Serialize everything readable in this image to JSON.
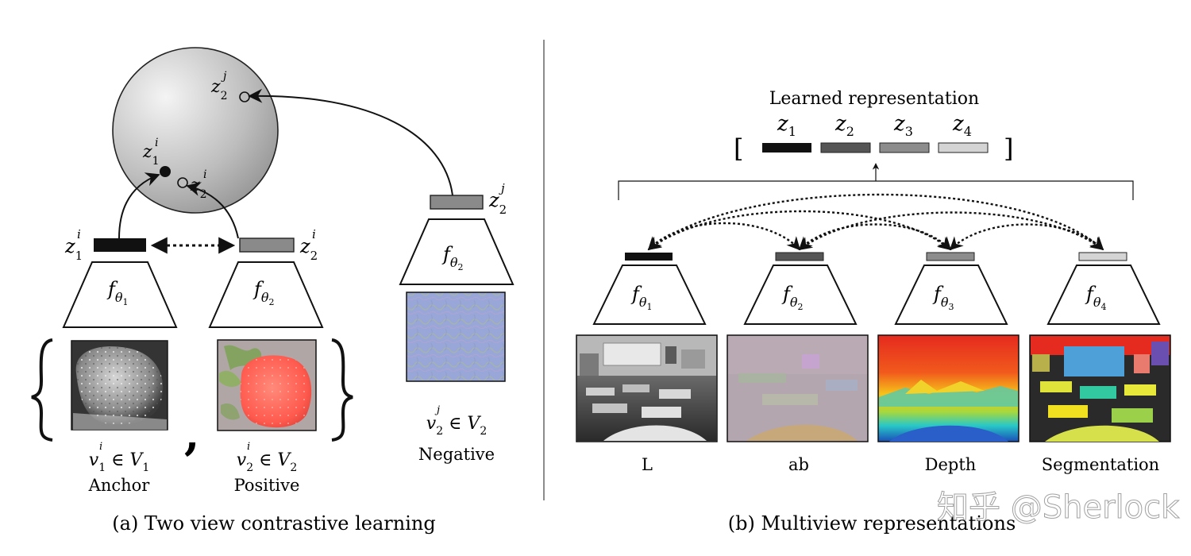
{
  "panel_a": {
    "caption": "(a) Two view contrastive learning",
    "anchor": {
      "label": "Anchor",
      "var": "v",
      "sup": "i",
      "sub": "1",
      "set_symbol": "∈",
      "set_name": "V",
      "set_sub": "1",
      "encoder": "f",
      "encoder_sub": "θ",
      "encoder_sub2": "1",
      "embedding": "z",
      "embedding_sup": "i",
      "embedding_sub": "1"
    },
    "positive": {
      "label": "Positive",
      "var": "v",
      "sup": "i",
      "sub": "2",
      "set_symbol": "∈",
      "set_name": "V",
      "set_sub": "2",
      "encoder": "f",
      "encoder_sub": "θ",
      "encoder_sub2": "2",
      "embedding": "z",
      "embedding_sup": "i",
      "embedding_sub": "2"
    },
    "negative": {
      "label": "Negative",
      "var": "v",
      "sup": "j",
      "sub": "2",
      "set_symbol": "∈",
      "set_name": "V",
      "set_sub": "2",
      "encoder": "f",
      "encoder_sub": "θ",
      "encoder_sub2": "2",
      "embedding": "z",
      "embedding_sup": "j",
      "embedding_sub": "2"
    },
    "comma": ",",
    "sphere_points": [
      {
        "name": "z",
        "sup": "j",
        "sub": "2",
        "filled": false
      },
      {
        "name": "z",
        "sup": "i",
        "sub": "1",
        "filled": true
      },
      {
        "name": "z",
        "sup": "i",
        "sub": "2",
        "filled": false
      }
    ]
  },
  "panel_b": {
    "caption": "(b) Multiview representations",
    "learned_title": "Learned representation",
    "bracket_open": "[",
    "bracket_close": "]",
    "z_symbol": "z",
    "views": [
      {
        "label": "L",
        "encoder": "f",
        "encoder_sub": "θ",
        "encoder_sub2": "1",
        "z_sub": "1",
        "bar_color": "#111111"
      },
      {
        "label": "ab",
        "encoder": "f",
        "encoder_sub": "θ",
        "encoder_sub2": "2",
        "z_sub": "2",
        "bar_color": "#555555"
      },
      {
        "label": "Depth",
        "encoder": "f",
        "encoder_sub": "θ",
        "encoder_sub2": "3",
        "z_sub": "3",
        "bar_color": "#8c8c8c"
      },
      {
        "label": "Segmentation",
        "encoder": "f",
        "encoder_sub": "θ",
        "encoder_sub2": "4",
        "z_sub": "4",
        "bar_color": "#d4d4d4"
      }
    ]
  },
  "watermark": "知乎 @Sherlock",
  "colors": {
    "anchor_bar": "#111111",
    "positive_bar": "#8a8a8a",
    "negative_bar": "#8a8a8a",
    "divider": "#666666"
  }
}
